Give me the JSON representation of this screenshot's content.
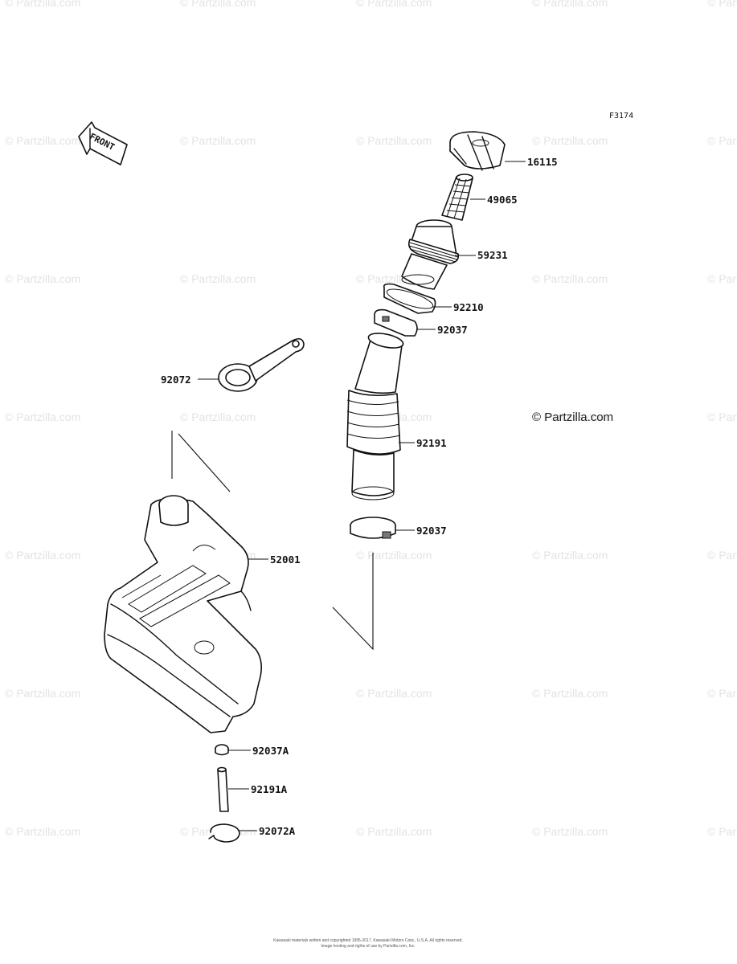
{
  "watermark": "© Partzilla.com",
  "diagram_ref": "F3174",
  "front_label": "FRONT",
  "copyright": "© Partzilla.com",
  "footer": {
    "line1": "Kawasaki materials written and copyrighted 1995-2017, Kawasaki Motors Corp., U.S.A. All rights reserved.",
    "line2": "Image hosting and rights of use by Partzilla.com, Inc."
  },
  "parts": [
    {
      "id": "16115",
      "label": "16115"
    },
    {
      "id": "49065",
      "label": "49065"
    },
    {
      "id": "59231",
      "label": "59231"
    },
    {
      "id": "92210",
      "label": "92210"
    },
    {
      "id": "92037_upper",
      "label": "92037"
    },
    {
      "id": "92072",
      "label": "92072"
    },
    {
      "id": "92191",
      "label": "92191"
    },
    {
      "id": "92037_lower",
      "label": "92037"
    },
    {
      "id": "52001",
      "label": "52001"
    },
    {
      "id": "92037A",
      "label": "92037A"
    },
    {
      "id": "92191A",
      "label": "92191A"
    },
    {
      "id": "92072A",
      "label": "92072A"
    }
  ]
}
